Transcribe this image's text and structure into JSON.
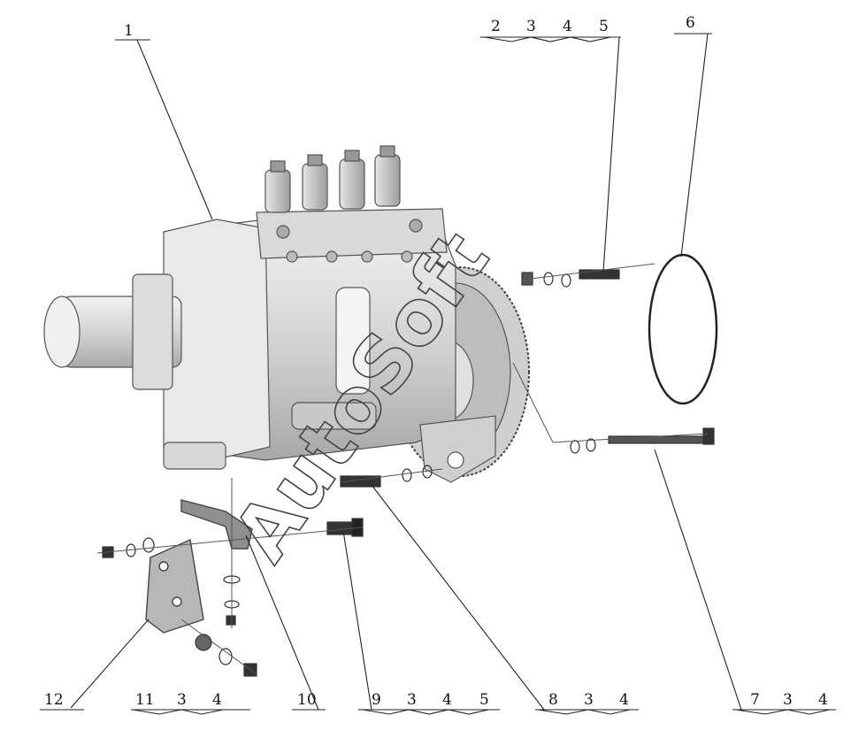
{
  "watermark": "AutoSoft",
  "callouts": {
    "c1": {
      "num": "1"
    },
    "c2": {
      "num": "2",
      "parts": [
        "3",
        "4",
        "5"
      ]
    },
    "c6": {
      "num": "6"
    },
    "c12": {
      "num": "12"
    },
    "c11": {
      "num": "11",
      "parts": [
        "3",
        "4"
      ]
    },
    "c10": {
      "num": "10"
    },
    "c9": {
      "num": "9",
      "parts": [
        "3",
        "4",
        "5"
      ]
    },
    "c8": {
      "num": "8",
      "parts": [
        "3",
        "4"
      ]
    },
    "c7": {
      "num": "7",
      "parts": [
        "3",
        "4"
      ]
    }
  }
}
